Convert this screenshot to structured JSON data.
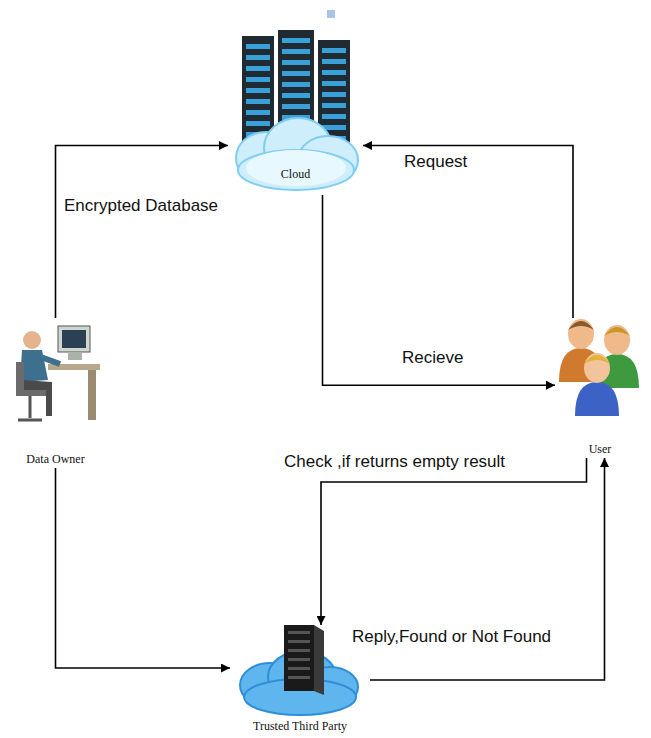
{
  "diagram": {
    "nodes": [
      {
        "text": [
          "Cloud"
        ]
      },
      {
        "text": [
          "Data Owner"
        ]
      },
      {
        "text": [
          "User"
        ]
      },
      {
        "text": [
          "Trusted Third Party"
        ]
      }
    ],
    "edges": [
      {
        "from": 1,
        "to": 0,
        "label": "Encrypted Database",
        "arrow": "to"
      },
      {
        "from": 2,
        "to": 0,
        "label": "Request",
        "arrow": "to"
      },
      {
        "from": 0,
        "to": 2,
        "label": "Recieve",
        "arrow": "to"
      },
      {
        "from": 2,
        "to": 3,
        "label": "Check ,if returns empty result",
        "arrow": "to"
      },
      {
        "from": 3,
        "to": 2,
        "label": "Reply,Found or Not Found",
        "arrow": "to"
      },
      {
        "from": 1,
        "to": 3,
        "arrow": "to"
      }
    ]
  }
}
